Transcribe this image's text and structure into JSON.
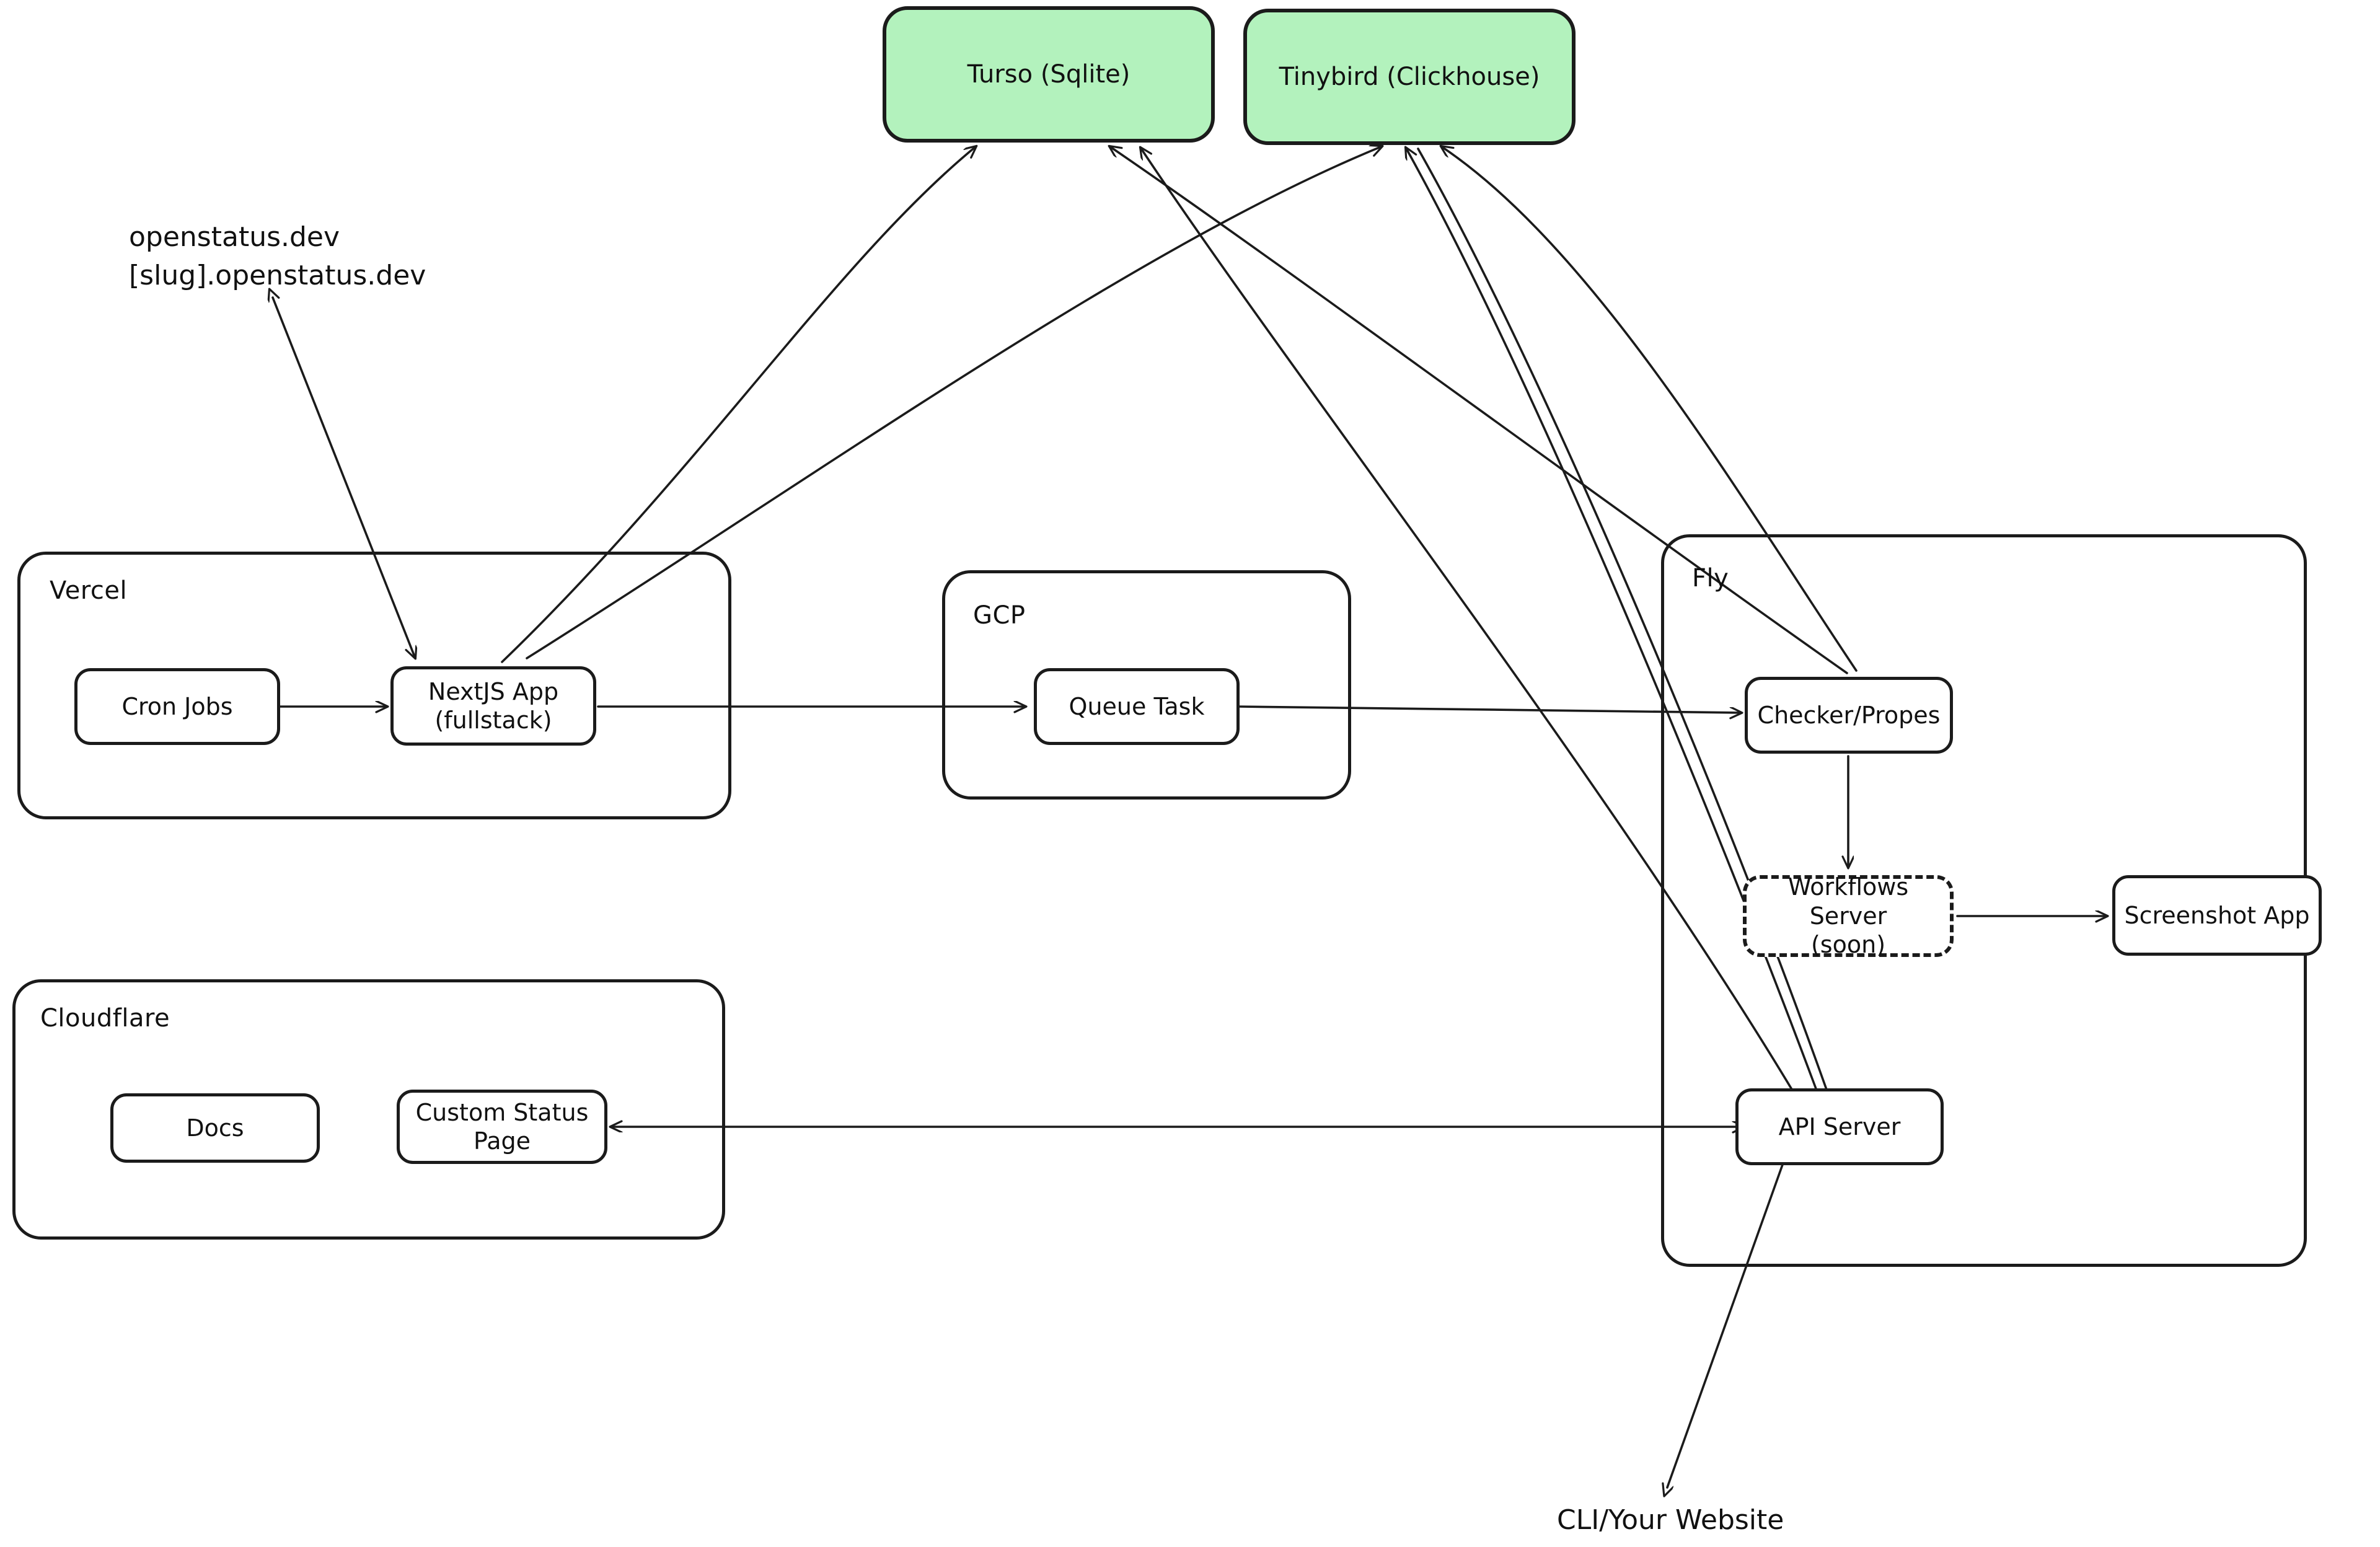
{
  "diagram": {
    "title": "OpenStatus architecture diagram",
    "background_color": "#ffffff",
    "stroke_color": "#1b1b1b",
    "db_fill_color": "#b3f2bd"
  },
  "databases": [
    {
      "id": "turso",
      "label": "Turso (Sqlite)"
    },
    {
      "id": "tinybird",
      "label": "Tinybird (Clickhouse)"
    }
  ],
  "groups": [
    {
      "id": "vercel",
      "label": "Vercel"
    },
    {
      "id": "gcp",
      "label": "GCP"
    },
    {
      "id": "fly",
      "label": "Fly"
    },
    {
      "id": "cloudflare",
      "label": "Cloudflare"
    }
  ],
  "nodes": [
    {
      "id": "cron-jobs",
      "label": "Cron Jobs",
      "group": "vercel"
    },
    {
      "id": "nextjs-app",
      "label": "NextJS App\n(fullstack)",
      "group": "vercel"
    },
    {
      "id": "queue-task",
      "label": "Queue Task",
      "group": "gcp"
    },
    {
      "id": "checker-probes",
      "label": "Checker/Propes",
      "group": "fly"
    },
    {
      "id": "workflows-server",
      "label": "Workflows Server\n(soon)",
      "group": "fly",
      "style": "dashed"
    },
    {
      "id": "screenshot-app",
      "label": "Screenshot App",
      "group": "fly"
    },
    {
      "id": "api-server",
      "label": "API Server",
      "group": "fly"
    },
    {
      "id": "docs",
      "label": "Docs",
      "group": "cloudflare"
    },
    {
      "id": "custom-status-page",
      "label": "Custom Status Page",
      "group": "cloudflare"
    }
  ],
  "free_labels": [
    {
      "id": "domains",
      "text": "openstatus.dev\n[slug].openstatus.dev"
    },
    {
      "id": "cli-website",
      "text": "CLI/Your Website"
    }
  ],
  "edges": [
    {
      "from": "nextjs-app",
      "to": "turso",
      "direction": "one-way"
    },
    {
      "from": "nextjs-app",
      "to": "tinybird",
      "direction": "one-way"
    },
    {
      "from": "checker-probes",
      "to": "turso",
      "direction": "one-way"
    },
    {
      "from": "checker-probes",
      "to": "tinybird",
      "direction": "one-way"
    },
    {
      "from": "api-server",
      "to": "tinybird",
      "direction": "two-way"
    },
    {
      "from": "api-server",
      "to": "turso",
      "direction": "one-way"
    },
    {
      "from": "domains",
      "to": "nextjs-app",
      "direction": "two-way"
    },
    {
      "from": "cron-jobs",
      "to": "nextjs-app",
      "direction": "one-way"
    },
    {
      "from": "nextjs-app",
      "to": "queue-task",
      "direction": "one-way"
    },
    {
      "from": "queue-task",
      "to": "checker-probes",
      "direction": "one-way"
    },
    {
      "from": "checker-probes",
      "to": "workflows-server",
      "direction": "one-way"
    },
    {
      "from": "workflows-server",
      "to": "screenshot-app",
      "direction": "one-way"
    },
    {
      "from": "api-server",
      "to": "custom-status-page",
      "direction": "two-way"
    },
    {
      "from": "cli-website",
      "to": "api-server",
      "direction": "two-way"
    }
  ]
}
